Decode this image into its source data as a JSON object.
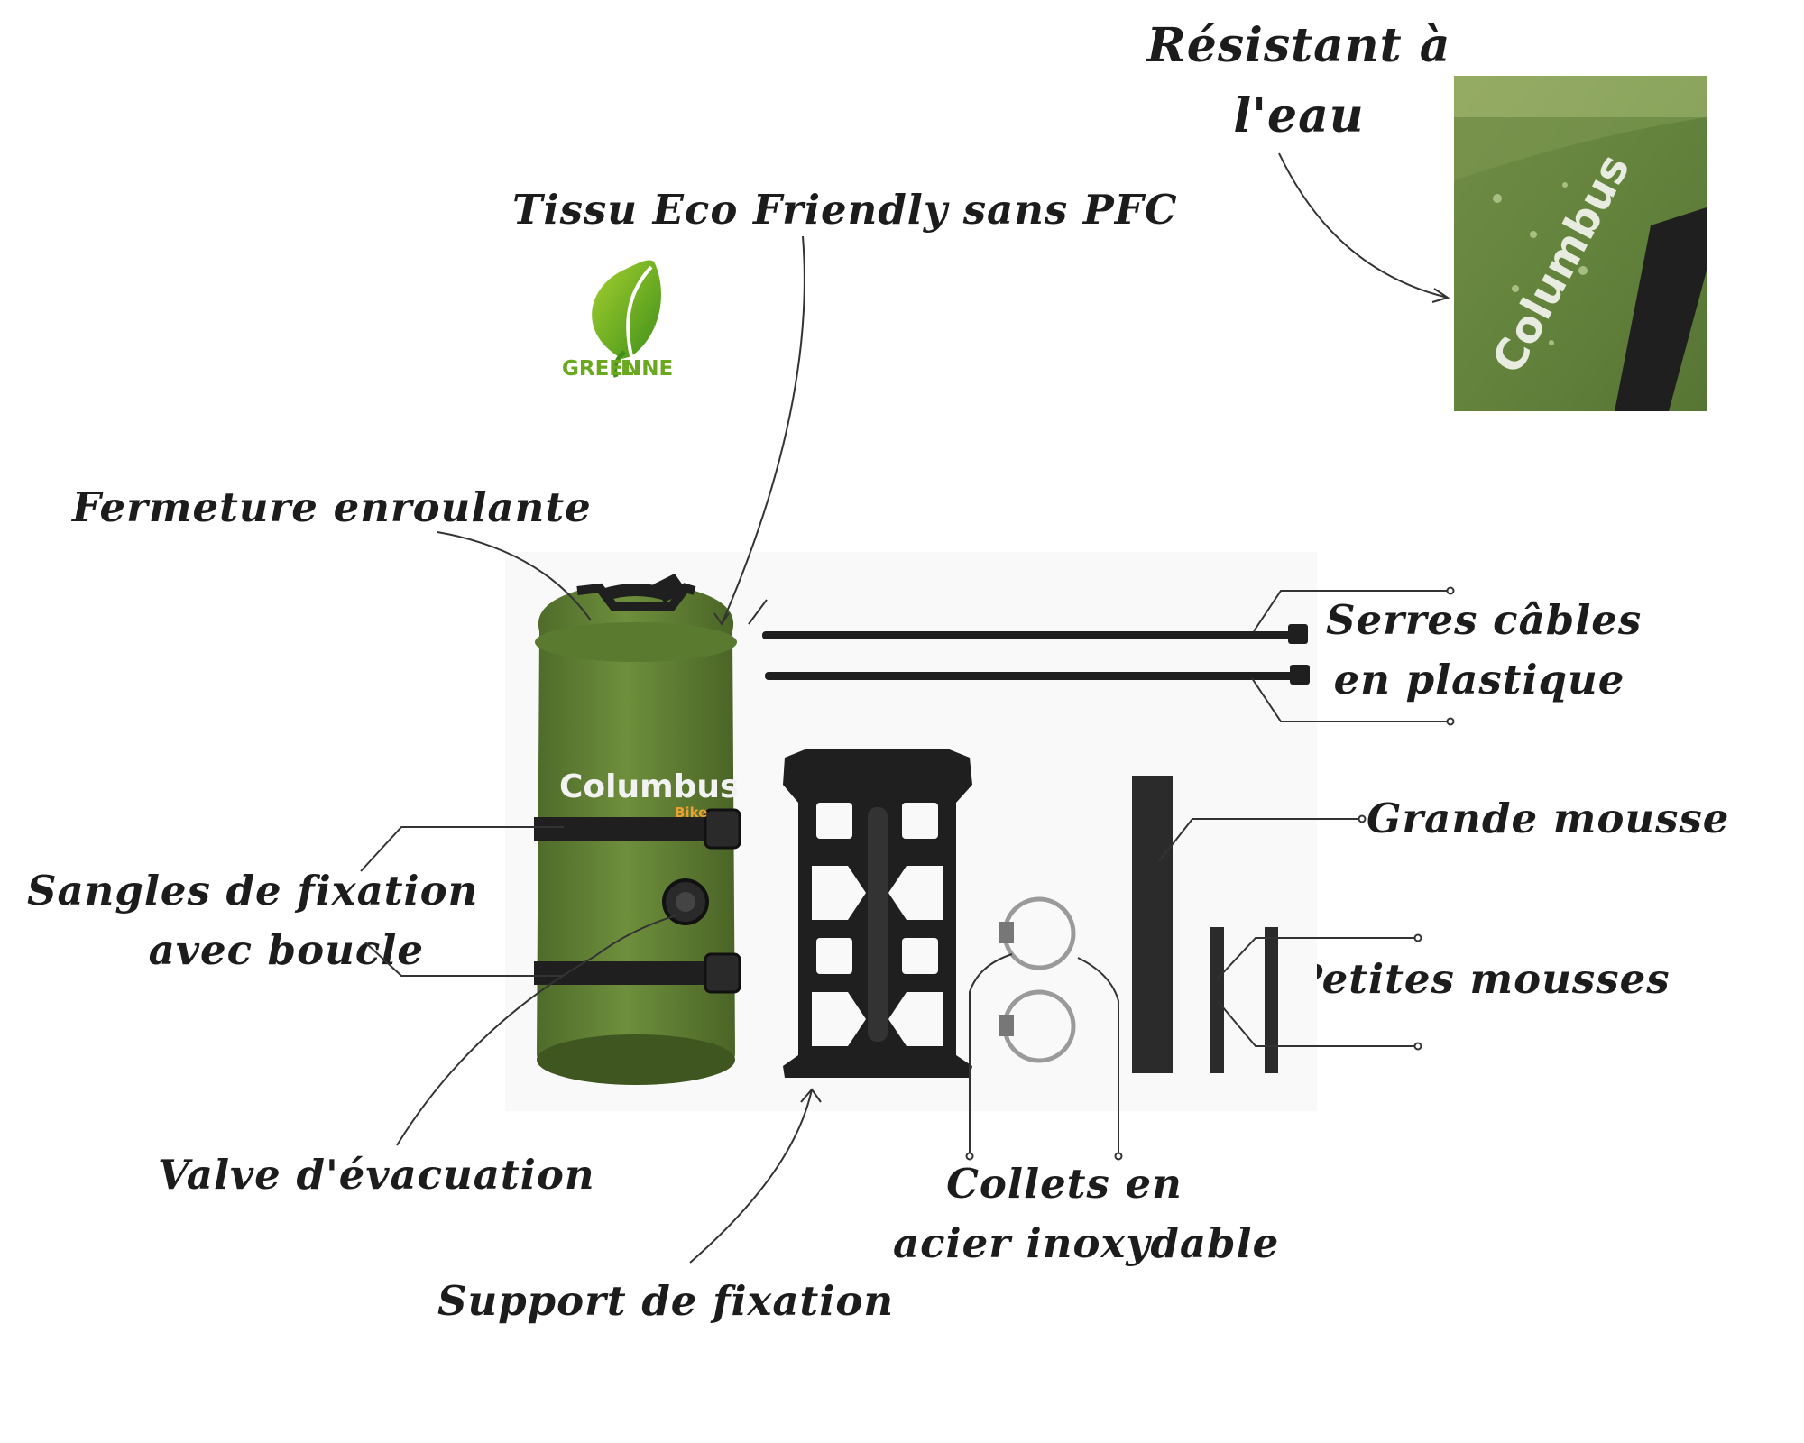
{
  "labels": {
    "water": [
      "Résistant à",
      "l'eau"
    ],
    "fabric": "Tissu Eco Friendly sans PFC",
    "rolltop": "Fermeture enroulante",
    "straps": [
      "Sangles de fixation",
      "avec boucle"
    ],
    "valve": "Valve d'évacuation",
    "support": "Support de fixation",
    "collars": [
      "Collets en",
      "acier inoxydable"
    ],
    "ties": [
      "Serres câbles",
      "en plastique"
    ],
    "big_foam": "Grande mousse",
    "small_foams": "Petites mousses"
  },
  "logos": {
    "greenline_left": "GREEN",
    "greenline_right": "LINE",
    "brand": "Columbus",
    "brand_sub": "Bike"
  },
  "colors": {
    "bag_green": "#6a8a3a",
    "bag_dark": "#4f6b2a",
    "leaf_green": "#7ab51d",
    "black_part": "#1f1f1f",
    "ink": "#1c1c1c"
  }
}
